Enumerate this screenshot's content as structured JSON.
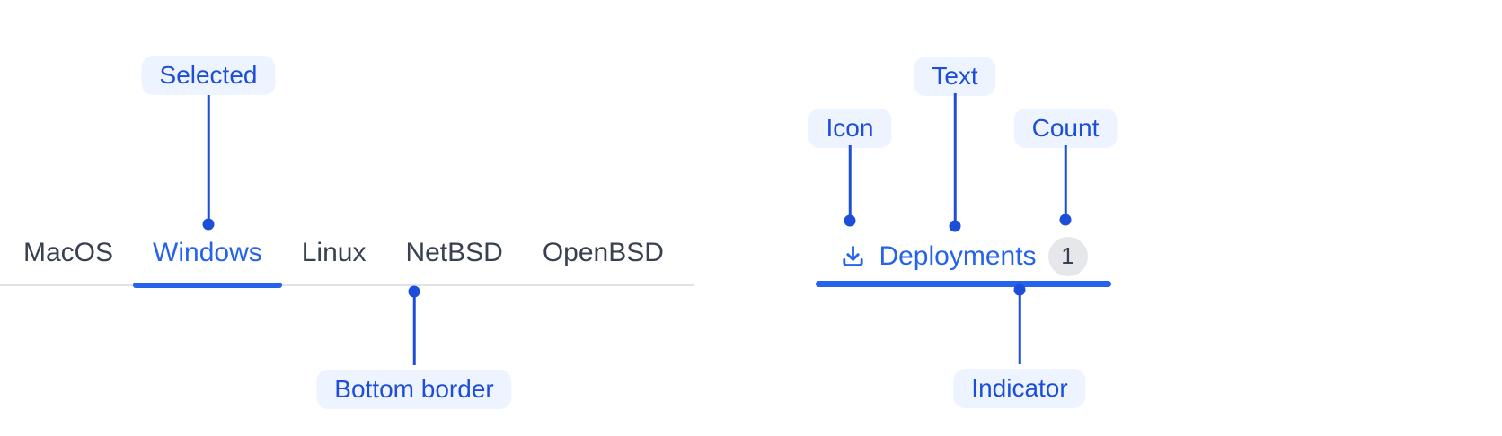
{
  "os_tabs_example": {
    "tabs": [
      {
        "label": "MacOS",
        "selected": false
      },
      {
        "label": "Windows",
        "selected": true
      },
      {
        "label": "Linux",
        "selected": false
      },
      {
        "label": "NetBSD",
        "selected": false
      },
      {
        "label": "OpenBSD",
        "selected": false
      }
    ],
    "selected_tab": "Windows",
    "annotations": {
      "selected_label": "Selected",
      "bottom_border_label": "Bottom border"
    }
  },
  "deployments_tab_example": {
    "tab": {
      "icon": "download-icon",
      "label": "Deployments",
      "count": "1"
    },
    "annotations": {
      "icon_label": "Icon",
      "text_label": "Text",
      "count_label": "Count",
      "indicator_label": "Indicator"
    }
  },
  "colors": {
    "active_blue": "#2563eb",
    "annotation_blue": "#1d4ed8",
    "annotation_pill_bg": "#eef4ff",
    "inactive_tab_text": "#374151",
    "tab_border_gray": "#e0e2e6",
    "count_badge_bg": "#e5e7eb"
  }
}
